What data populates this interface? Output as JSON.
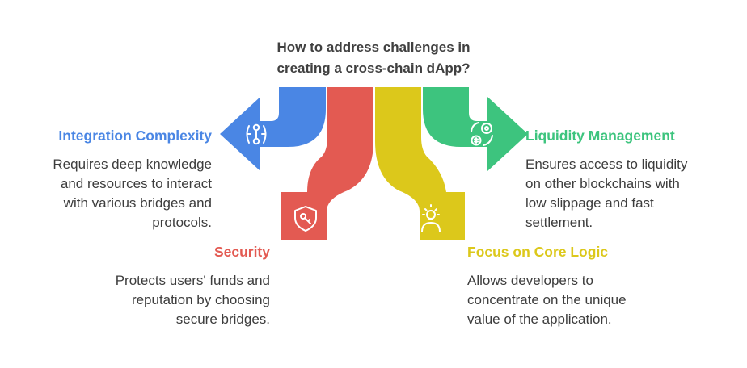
{
  "title": {
    "line1": "How to address challenges in",
    "line2": "creating a cross-chain dApp?"
  },
  "colors": {
    "blue": "#4a86e4",
    "red": "#e35a52",
    "yellow": "#dcc81b",
    "green": "#3dc47e",
    "title": "#404040",
    "text": "#3d3d3d"
  },
  "items": [
    {
      "heading": "Integration Complexity",
      "color": "#4a86e4",
      "icon": "network-nodes-icon",
      "lines": [
        "Requires deep knowledge",
        "and resources to interact",
        "with various bridges and",
        "protocols."
      ]
    },
    {
      "heading": "Security",
      "color": "#e35a52",
      "icon": "shield-key-icon",
      "lines": [
        "Protects users' funds and",
        "reputation by choosing",
        "secure bridges."
      ]
    },
    {
      "heading": "Focus on Core Logic",
      "color": "#dcc81b",
      "icon": "lightbulb-person-icon",
      "lines": [
        "Allows developers to",
        "concentrate on the unique",
        "value of the application."
      ]
    },
    {
      "heading": "Liquidity Management",
      "color": "#3dc47e",
      "icon": "coins-cycle-icon",
      "lines": [
        "Ensures access to liquidity",
        "on other blockchains with",
        "low slippage and fast",
        "settlement."
      ]
    }
  ]
}
